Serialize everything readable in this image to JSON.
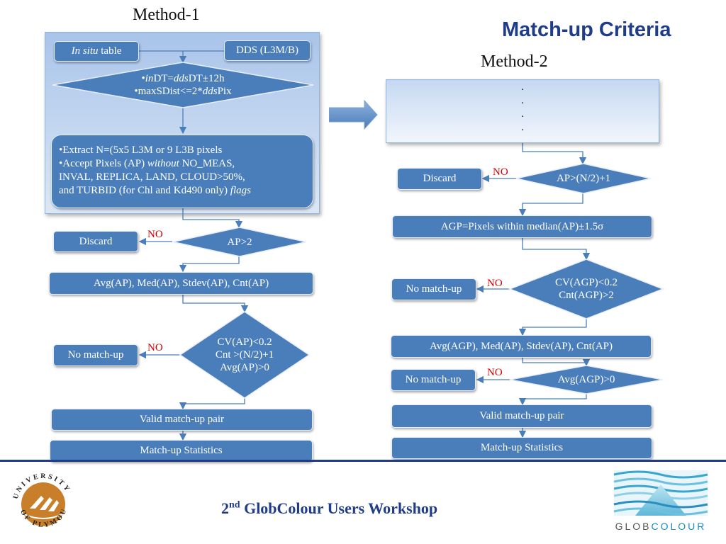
{
  "title": "Match-up Criteria",
  "method1": {
    "heading": "Method-1",
    "insitu_italic": "In situ",
    "insitu_rest": " table",
    "dds": "DDS (L3M/B)",
    "d1_l1_a": "•",
    "d1_l1_b": "in",
    "d1_l1_c": "DT=",
    "d1_l1_d": "dds",
    "d1_l1_e": "DT±12h",
    "d1_l2_a": "•maxSDist<=2*",
    "d1_l2_b": "dds",
    "d1_l2_c": "Pix",
    "extract_l1": "•Extract N=(5x5 L3M or 9 L3B pixels",
    "extract_l2_a": "•Accept Pixels (AP) ",
    "extract_l2_b": "without",
    "extract_l2_c": " NO_MEAS,",
    "extract_l3": "INVAL, REPLICA, LAND, CLOUD>50%,",
    "extract_l4_a": "and TURBID (for Chl and Kd490 only) ",
    "extract_l4_b": "flags",
    "discard": "Discard",
    "no1": "NO",
    "d2": "AP>2",
    "avg": "Avg(AP), Med(AP), Stdev(AP), Cnt(AP)",
    "nomatch": "No match-up",
    "no2": "NO",
    "d3_l1": "CV(AP)<0.2",
    "d3_l2": "Cnt >(N/2)+1",
    "d3_l3": "Avg(AP)>0",
    "valid": "Valid match-up pair",
    "stats": "Match-up Statistics"
  },
  "method2": {
    "heading": "Method-2",
    "dots": [
      ".",
      ".",
      ".",
      "."
    ],
    "discard": "Discard",
    "no1": "NO",
    "d1": "AP>(N/2)+1",
    "agp": "AGP=Pixels within median(AP)±1.5σ",
    "nomatch1": "No match-up",
    "no2": "NO",
    "d2_l1": "CV(AGP)<0.2",
    "d2_l2": "Cnt(AGP)>2",
    "avg": "Avg(AGP), Med(AP), Stdev(AP), Cnt(AP)",
    "nomatch2": "No match-up",
    "no3": "NO",
    "d3": "Avg(AGP)>0",
    "valid": "Valid match-up pair",
    "stats": "Match-up Statistics"
  },
  "footer": {
    "workshop_sup": "nd",
    "workshop_num": "2",
    "workshop_text": " GlobColour Users Workshop",
    "university_logo_text": "UNIVERSITY OF PLYMOUTH",
    "globcolour_a": "GLOB",
    "globcolour_b": "COLOUR"
  },
  "colors": {
    "box": "#4a7ebb",
    "title": "#1f3c88",
    "no": "#d00000",
    "footer_line": "#1f3c88",
    "logo": "#c97f2a"
  }
}
